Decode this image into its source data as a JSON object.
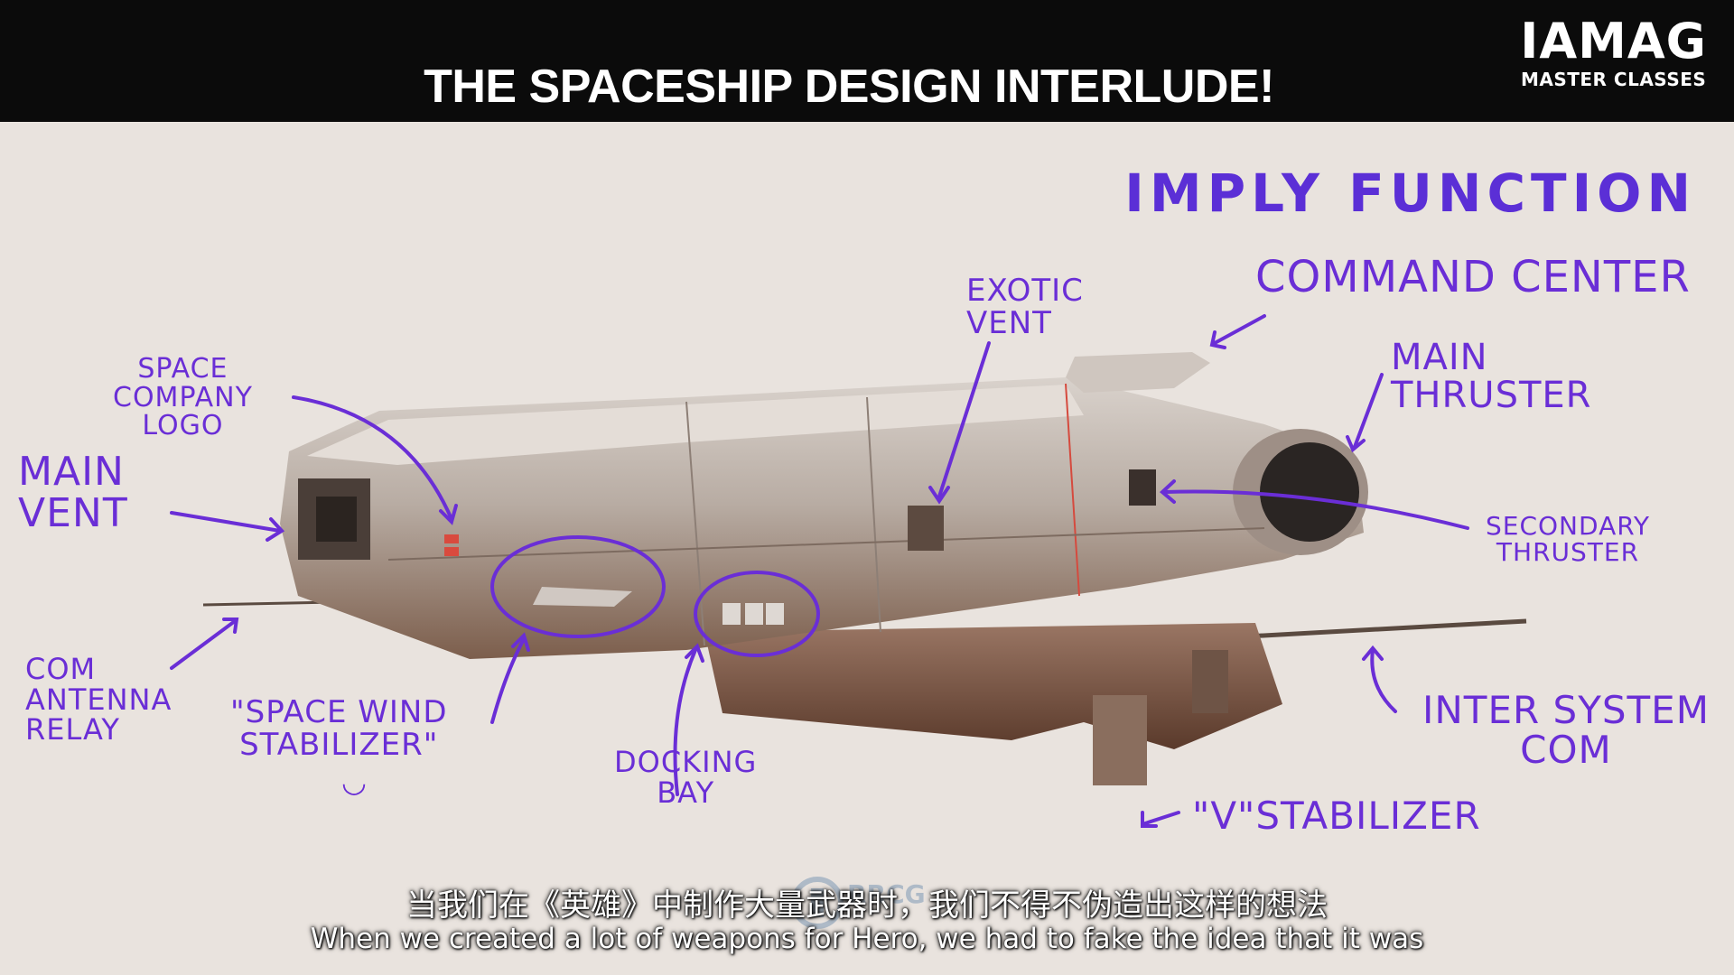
{
  "header": {
    "title": "THE SPACESHIP DESIGN INTERLUDE!",
    "brand_name": "IAMAG",
    "brand_sub": "MASTER CLASSES"
  },
  "slide": {
    "heading": "IMPLY FUNCTION",
    "labels": {
      "command_center": "COMMAND CENTER",
      "exotic_vent": "EXOTIC\nVENT",
      "main_thruster": "MAIN\nTHRUSTER",
      "space_company_logo": "SPACE\nCOMPANY\nLOGO",
      "main_vent": "MAIN\nVENT",
      "secondary_thruster": "SECONDARY\nTHRUSTER",
      "com_antenna_relay": "COM\nANTENNA\nRELAY",
      "space_wind_stabilizer": "\"SPACE WIND\nSTABILIZER\"",
      "smiley": "◡",
      "docking_bay": "DOCKING\nBAY",
      "inter_system_com": "INTER SYSTEM\nCOM",
      "v_stabilizer": "\"V\"STABILIZER"
    }
  },
  "subtitles": {
    "zh": "当我们在《英雄》中制作大量武器时，我们不得不伪造出这样的想法",
    "en": "When we created a lot of weapons for Hero, we had to fake the idea that it was"
  },
  "watermark": {
    "text": "RRCG"
  },
  "colors": {
    "annotation": "#6a2ed6",
    "heading": "#5b2fd6",
    "background": "#e9e3de",
    "topbar": "#0b0b0b"
  }
}
